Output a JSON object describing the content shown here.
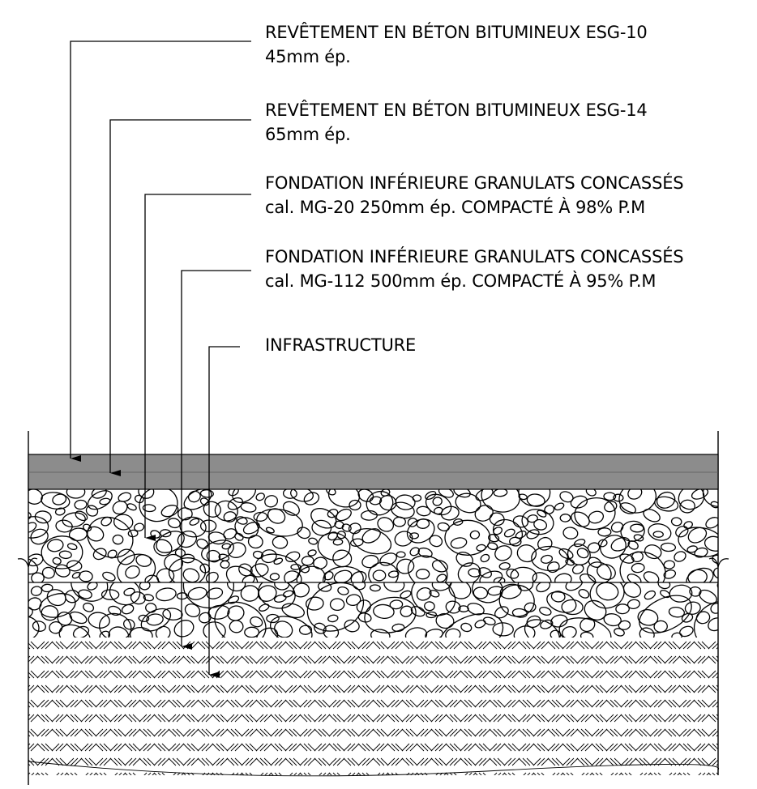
{
  "labels": [
    {
      "line1": "REVÊTEMENT EN BÉTON BITUMINEUX ESG-10",
      "line2": "45mm ép."
    },
    {
      "line1": "REVÊTEMENT EN BÉTON BITUMINEUX ESG-14",
      "line2": "65mm ép."
    },
    {
      "line1": "FONDATION INFÉRIEURE GRANULATS CONCASSÉS",
      "line2": "cal. MG-20 250mm ép. COMPACTÉ À 98% P.M"
    },
    {
      "line1": "FONDATION INFÉRIEURE GRANULATS CONCASSÉS",
      "line2": "cal. MG-112 500mm ép. COMPACTÉ À 95% P.M"
    },
    {
      "line1": "INFRASTRUCTURE",
      "line2": ""
    }
  ],
  "colors": {
    "asphalt": "#8c8c8c",
    "line": "#000000",
    "background": "#ffffff"
  }
}
